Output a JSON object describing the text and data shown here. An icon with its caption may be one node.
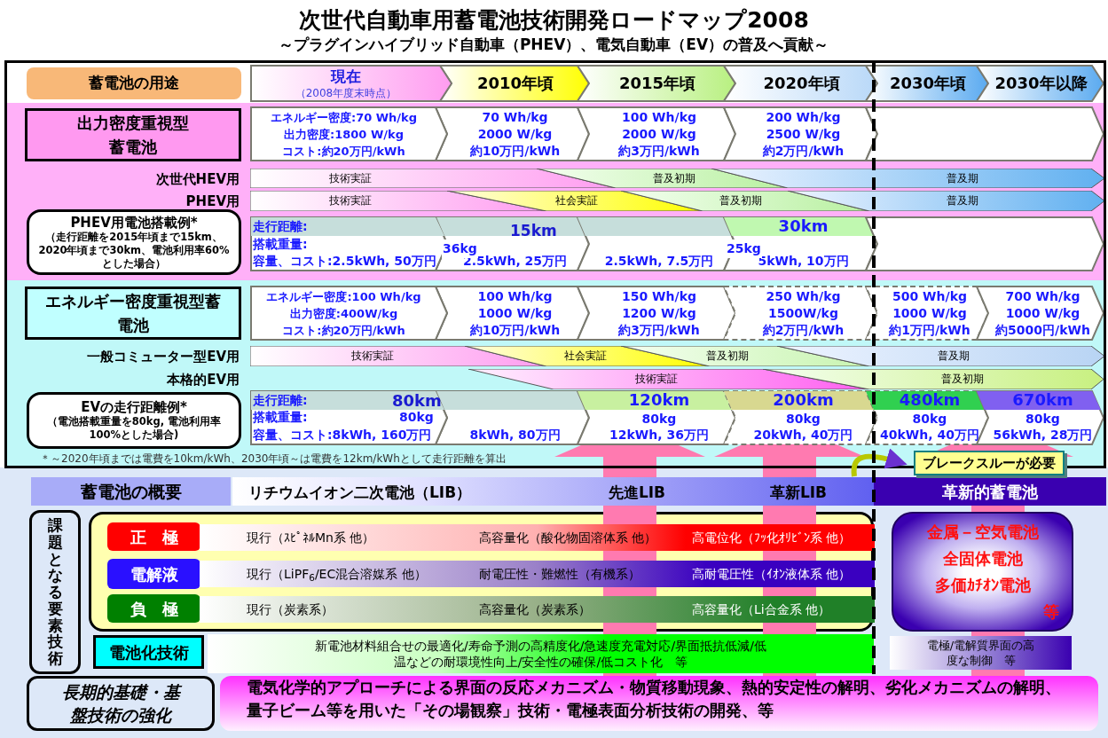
{
  "diagram": {
    "title": "次世代自動車用蓄電池技術開発ロードマップ2008",
    "nodes": [
      {
        "text": [
          "蓄電池の用途"
        ]
      },
      {
        "text": [
          "現在",
          "（2008年度末時点）"
        ]
      },
      {
        "text": [
          "2010年頃"
        ]
      },
      {
        "text": [
          "2015年頃"
        ]
      },
      {
        "text": [
          "2020年頃"
        ]
      },
      {
        "text": [
          "2030年頃"
        ]
      },
      {
        "text": [
          "2030年以降"
        ]
      },
      {
        "text": [
          "出力密度重視型蓄電池"
        ]
      },
      {
        "text": [
          "エネルギー密度:70 Wh/kg",
          "出力密度:1800 W/kg",
          "コスト:約20万円/kWh"
        ]
      },
      {
        "text": [
          "70 Wh/kg",
          "2000 W/kg",
          "約10万円/kWh"
        ]
      },
      {
        "text": [
          "100 Wh/kg",
          "2000 W/kg",
          "約3万円/kWh"
        ]
      },
      {
        "text": [
          "200 Wh/kg",
          "2500 W/kg",
          "約2万円/kWh"
        ]
      },
      {
        "text": [],
        "shape": "chevron"
      },
      {
        "text": [
          "技術実証",
          "普及初期",
          "普及期"
        ]
      },
      {
        "text": [
          "技術実証",
          "社会実証",
          "普及初期",
          "普及期"
        ]
      },
      {
        "text": [
          "PHEV用電池搭載例*",
          "（走行距離を2015年頃まで15km、2020年頃まで30km、電池利用率60%とした場合）"
        ]
      },
      {
        "text": [
          "走行距離:",
          "搭載重量:",
          "容量、コスト:2.5kWh, 50万円"
        ]
      },
      {
        "text": [
          "2.5kWh, 25万円"
        ]
      },
      {
        "text": [
          "2.5kWh, 7.5万円"
        ]
      },
      {
        "text": [
          "30km",
          "5kWh, 10万円"
        ]
      },
      {
        "text": [],
        "shape": "chevron"
      },
      {
        "text": [
          "エネルギー密度重視型蓄電池"
        ]
      },
      {
        "text": [
          "エネルギー密度:100 Wh/kg",
          "出力密度:400W/kg",
          "コスト:約20万円/kWh"
        ]
      },
      {
        "text": [
          "100 Wh/kg",
          "1000 W/kg",
          "約10万円/kWh"
        ]
      },
      {
        "text": [
          "150 Wh/kg",
          "1200 W/kg",
          "約3万円/kWh"
        ]
      },
      {
        "text": [
          "250 Wh/kg",
          "1500W/kg",
          "約2万円/kWh"
        ]
      },
      {
        "text": [
          "500 Wh/kg",
          "1000 W/kg",
          "約1万円/kWh"
        ]
      },
      {
        "text": [
          "700 Wh/kg",
          "1000 W/kg",
          "約5000円/kWh"
        ]
      },
      {
        "text": [
          "技術実証",
          "社会実証",
          "普及初期",
          "普及期"
        ]
      },
      {
        "text": [
          "技術実証",
          "普及初期"
        ]
      },
      {
        "text": [
          "EVの走行距離例*",
          "（電池搭載重量を80kg, 電池利用率100%とした場合)"
        ]
      },
      {
        "text": [
          "走行距離:",
          "80km",
          "搭載重量:",
          "80kg",
          "容量、コスト:8kWh, 160万円"
        ]
      },
      {
        "text": [
          "8kWh, 80万円"
        ]
      },
      {
        "text": [
          "120km",
          "80kg",
          "12kWh, 36万円"
        ]
      },
      {
        "text": [
          "200km",
          "80kg",
          "20kWh, 40万円"
        ]
      },
      {
        "text": [
          "480km",
          "80kg",
          "40kWh, 40万円"
        ]
      },
      {
        "text": [
          "670km",
          "80kg",
          "56kWh, 28万円"
        ]
      },
      {
        "text": [
          "ブレークスルーが必要"
        ]
      },
      {
        "text": [
          "蓄電池の概要"
        ]
      },
      {
        "text": [
          "リチウムイオン二次電池（LIB）",
          "先進LIB",
          "革新LIB"
        ]
      },
      {
        "text": [
          "革新的蓄電池"
        ]
      },
      {
        "text": [
          "課題となる要素技術"
        ]
      },
      {
        "text": [],
        "shape": "box"
      },
      {
        "text": [
          "正　極"
        ],
        "in": 42
      },
      {
        "text": [
          "現行（ｽﾋﾟﾈﾙMn系 他）",
          "高容量化（酸化物固溶体系 他）",
          "高電位化（ﾌｯ化ｵﾘﾋﾞﾝ系 他）"
        ],
        "in": 42
      },
      {
        "text": [
          "電解液"
        ],
        "in": 42
      },
      {
        "text": [
          "現行（LiPF$_{6}$/EC混合溶媒系 他）",
          "耐電圧性・難燃性（有機系）",
          "高耐電圧性（ｲｵﾝ液体系 他）"
        ],
        "in": 42
      },
      {
        "text": [
          "負　極"
        ],
        "in": 42
      },
      {
        "text": [
          "現行（炭素系）",
          "高容量化（炭素系）",
          "高容量化（Li合金系 他）"
        ],
        "in": 42
      },
      {
        "text": [
          "電池化技術"
        ]
      },
      {
        "text": [
          "新電池材料組合せの最適化/寿命予測の高精度化/急速度充電対応/界面抵抗低減/低温などの耐環境性向上/安全性の確保/低コスト化　等"
        ]
      },
      {
        "text": [
          "金属－空気電池",
          "全固体電池",
          "多価ｶﾁｵﾝ電池",
          "等"
        ]
      },
      {
        "text": [
          "電極/電解質界面の高度な制御　等"
        ]
      },
      {
        "text": [
          "長期的基礎・基盤技術の強化"
        ]
      },
      {
        "text": [
          "電気化学的アプローチによる界面の反応メカニズム・物質移動現象、熱的安定性の解明、劣化メカニズムの解明、量子ビーム等を用いた「その場観察」技術・電極表面分析技術の開発、等"
        ]
      }
    ],
    "edges": [
      {
        "from": 39,
        "to": 37,
        "arrow": "to"
      }
    ],
    "labels": [
      "～プラグインハイブリッド自動車（PHEV）、電気自動車（EV）の普及へ貢献～",
      "次世代HEV用",
      "PHEV用",
      "一般コミューター型EV用",
      "本格的EV用",
      "15km",
      "36kg",
      "25kg",
      "＊～2020年頃までは電費を10km/kWh、2030年頃～は電費を12km/kWhとして走行距離を算出"
    ]
  }
}
